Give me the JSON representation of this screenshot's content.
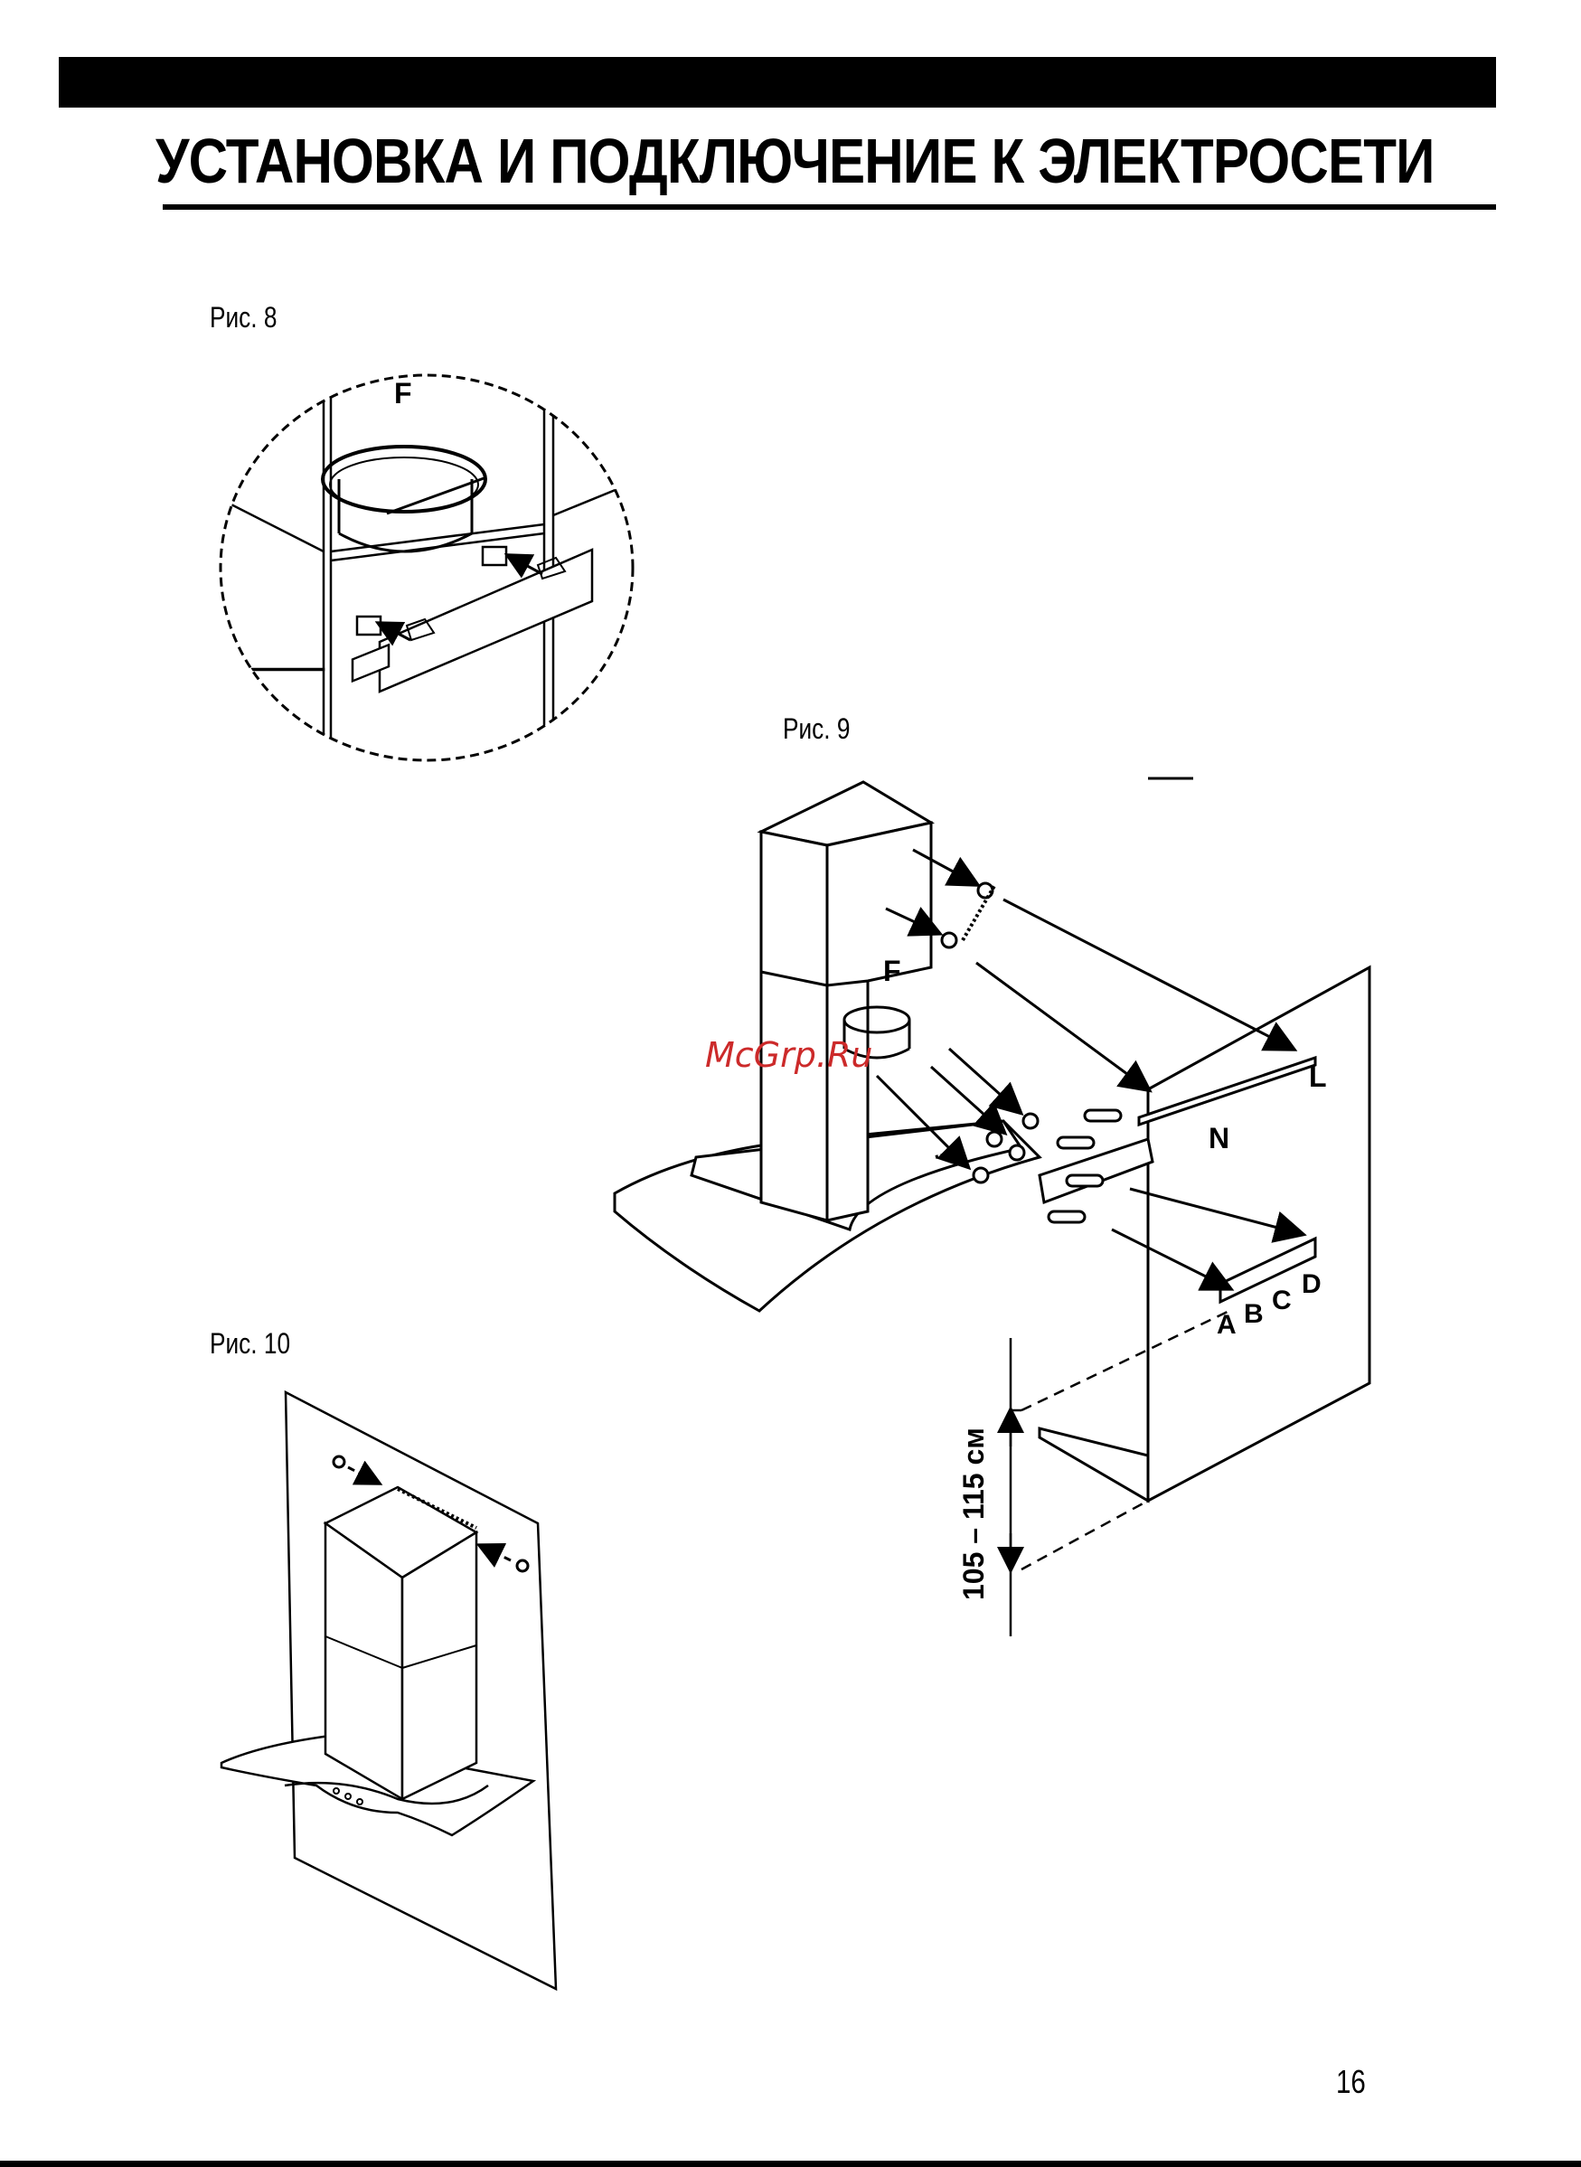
{
  "header": {
    "title": "УСТАНОВКА И ПОДКЛЮЧЕНИЕ К ЭЛЕКТРОСЕТИ"
  },
  "figures": {
    "fig8": {
      "caption": "Рис. 8",
      "label_f": "F"
    },
    "fig9": {
      "caption": "Рис. 9",
      "label_f": "F",
      "label_l": "L",
      "label_n": "N",
      "label_a": "A",
      "label_b": "B",
      "label_c": "C",
      "label_d": "D",
      "dimension": "105 – 115 см"
    },
    "fig10": {
      "caption": "Рис. 10"
    }
  },
  "watermark": "McGrp.Ru",
  "footer": {
    "page_number": "16"
  }
}
